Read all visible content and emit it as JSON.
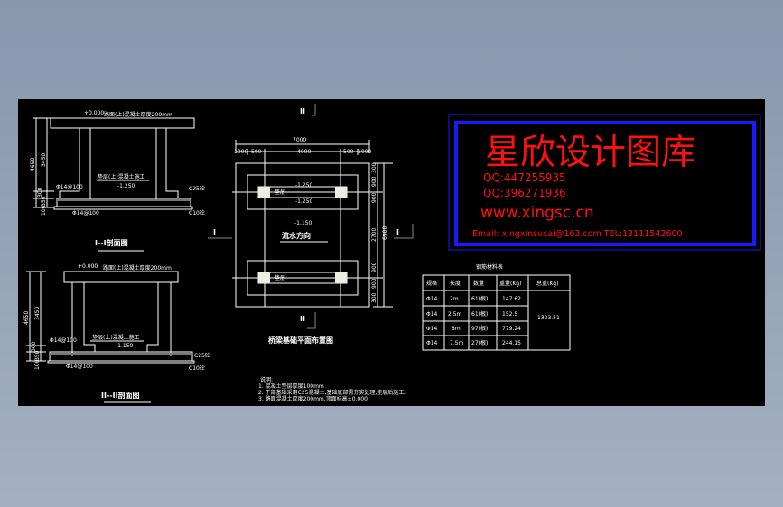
{
  "colors": {
    "background": "#8797ad",
    "drawing": "#000000",
    "lines": "#ffffff",
    "watermark_text": "#ff1010",
    "watermark_frame": "#1a1aff"
  },
  "section1": {
    "elev_top": "+0.000",
    "note_top": "路面(上)混凝土厚度200mm",
    "note_mid": "垫层(上)混凝土施工",
    "elev_mid": "-1.250",
    "rebar1": "Φ14@100",
    "rebar2": "Φ14@100",
    "c1": "C25砼",
    "c2": "C10砼",
    "dim_total": "4650",
    "dim_wall": "3450",
    "dim_a": "300",
    "dim_b": "350",
    "dim_c": "100",
    "title": "I--I剖面图"
  },
  "section2": {
    "elev_top": "+0.000",
    "note_top": "路面(上)混凝土厚度200mm",
    "note_mid": "垫层(上)混凝土施工",
    "elev_mid": "-1.150",
    "rebar1": "Φ14@100",
    "rebar2": "Φ14@100",
    "c1": "C25砼",
    "c2": "C10砼",
    "dim_total": "4650",
    "dim_wall": "3450",
    "dim_a": "300",
    "dim_b": "350",
    "dim_c": "100",
    "title": "II--II剖面图"
  },
  "plan": {
    "dim_total": "7000",
    "dims_top": [
      "1000",
      "500",
      "4000",
      "500",
      "1000"
    ],
    "dims_right": [
      "300",
      "900",
      "900",
      "2700",
      "900",
      "900",
      "300"
    ],
    "dim_right_total": "6900",
    "elev1": "-1.250",
    "elev2": "-1.250",
    "elev3": "-1.150",
    "beam_label": "垫层",
    "flow": "流水方向",
    "section_mark_v": "II",
    "section_mark_h": "I",
    "title": "桥梁基础平面布置图"
  },
  "table": {
    "title": "钢筋材料表",
    "headers": [
      "规格",
      "长度",
      "数量",
      "重量(Kg)",
      "总重(Kg)"
    ],
    "rows": [
      [
        "Φ14",
        "2m",
        "61(根)",
        "147.62"
      ],
      [
        "Φ14",
        "2.5m",
        "61(根)",
        "152.5"
      ],
      [
        "Φ14",
        "8m",
        "97(根)",
        "779.24"
      ],
      [
        "Φ14",
        "7.5m",
        "27(根)",
        "244.15"
      ]
    ],
    "total": "1323.51"
  },
  "notes": {
    "heading": "说明:",
    "lines": [
      "1. 混凝土垫层厚度100mm",
      "2. 下部基础采用C25混凝土,基础底部需夯实处理,垫层后施工。",
      "3. 路面混凝土厚度200mm,顶面标高±0.000"
    ]
  },
  "watermark": {
    "title": "星欣设计图库",
    "qq1": "QQ:447255935",
    "qq2": "QQ:396271936",
    "site": "www.xingsc.cn",
    "contact": "Email: xingxinsucai@163.com  TEL:13111542600"
  }
}
